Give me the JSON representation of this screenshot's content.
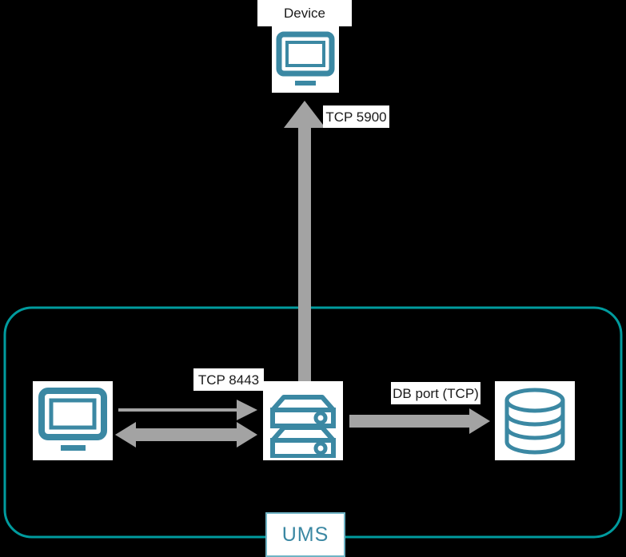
{
  "diagram": {
    "title_label": "Device",
    "boundary_label": "UMS",
    "colors": {
      "background": "#000000",
      "icon_teal": "#3b88a3",
      "boundary_teal": "#009b9e",
      "arrow_gray": "#a3a3a3",
      "label_text": "#1a1a1a",
      "label_bg": "#ffffff"
    },
    "nodes": [
      {
        "id": "device",
        "icon": "monitor-icon",
        "label": "Device"
      },
      {
        "id": "client",
        "icon": "monitor-icon",
        "label": ""
      },
      {
        "id": "server",
        "icon": "server-icon",
        "label": ""
      },
      {
        "id": "database",
        "icon": "database-icon",
        "label": ""
      }
    ],
    "connections": [
      {
        "id": "server-to-device",
        "label": "TCP 5900",
        "direction": "up",
        "style": "thick"
      },
      {
        "id": "client-to-server-thin",
        "label": "TCP 8443",
        "direction": "right",
        "style": "thin"
      },
      {
        "id": "client-to-server-thick",
        "label": "",
        "direction": "both",
        "style": "thick"
      },
      {
        "id": "server-to-database",
        "label": "DB port (TCP)",
        "direction": "right",
        "style": "thick"
      }
    ],
    "boundary": {
      "label": "UMS",
      "shape": "rounded-rectangle"
    }
  }
}
